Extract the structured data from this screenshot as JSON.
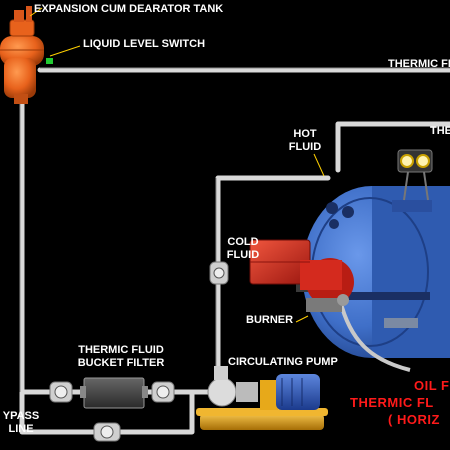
{
  "labels": {
    "tank": "EXPANSION CUM DEARATOR TANK",
    "level_switch": "LIQUID LEVEL SWITCH",
    "thermic_top": "THERMIC FL",
    "hot_fluid_1": "HOT",
    "hot_fluid_2": "FLUID",
    "thermo_right": "THE",
    "cold_fluid_1": "COLD",
    "cold_fluid_2": "FLUID",
    "burner": "BURNER",
    "bucket_filter_1": "THERMIC FLUID",
    "bucket_filter_2": "BUCKET FILTER",
    "circ_pump": "CIRCULATING PUMP",
    "bypass_1": "YPASS",
    "bypass_2": "LINE",
    "title_1": "OIL F",
    "title_2": "THERMIC FL",
    "title_3": "( HORIZ"
  },
  "colors": {
    "pipe": "#d9d9d9",
    "tank": "#e8621c",
    "boiler": "#3f6fc8",
    "burner": "#d42a1e",
    "pump_motor": "#2e55b8",
    "pump_base": "#e2a21a",
    "title_red": "#ff1a1a",
    "switch_green": "#22cc33"
  }
}
